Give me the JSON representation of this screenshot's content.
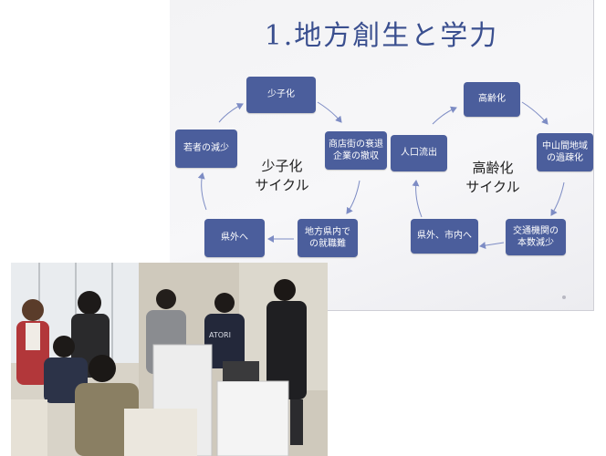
{
  "slide": {
    "title": "1.地方創生と学力",
    "left_cycle": {
      "label": "少子化\nサイクル",
      "nodes": [
        "少子化",
        "商店街の衰退\n企業の撤収",
        "地方県内で\nの就職難",
        "県外へ",
        "若者の減少"
      ]
    },
    "right_cycle": {
      "label": "高齢化\nサイクル",
      "nodes": [
        "高齢化",
        "中山間地域\nの過疎化",
        "交通機関の\n本数減少",
        "県外、市内へ",
        "人口流出"
      ]
    },
    "colors": {
      "node": "#4b5e9c",
      "title": "#3a4f8f",
      "arrow": "#7d8cc4"
    }
  },
  "photo": {
    "jersey_text": "ATORI"
  }
}
